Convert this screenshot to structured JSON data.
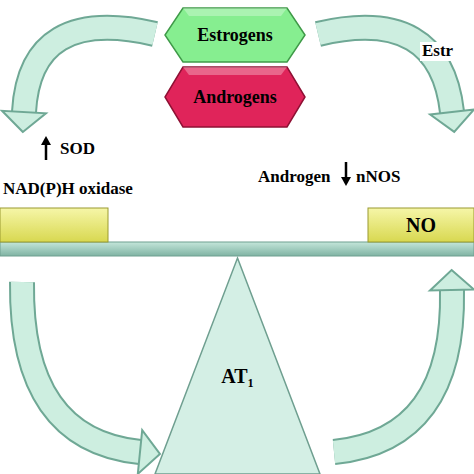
{
  "diagram": {
    "nodes": [
      {
        "text": [
          "Estrogens"
        ]
      },
      {
        "text": [
          "Androgens"
        ]
      },
      {
        "text": [
          "NO"
        ]
      },
      {
        "text": [
          "AT₁"
        ]
      }
    ],
    "labels": [
      "Estr",
      "SOD",
      "NAD(P)H oxidase",
      "Androgen",
      "nNOS"
    ]
  }
}
